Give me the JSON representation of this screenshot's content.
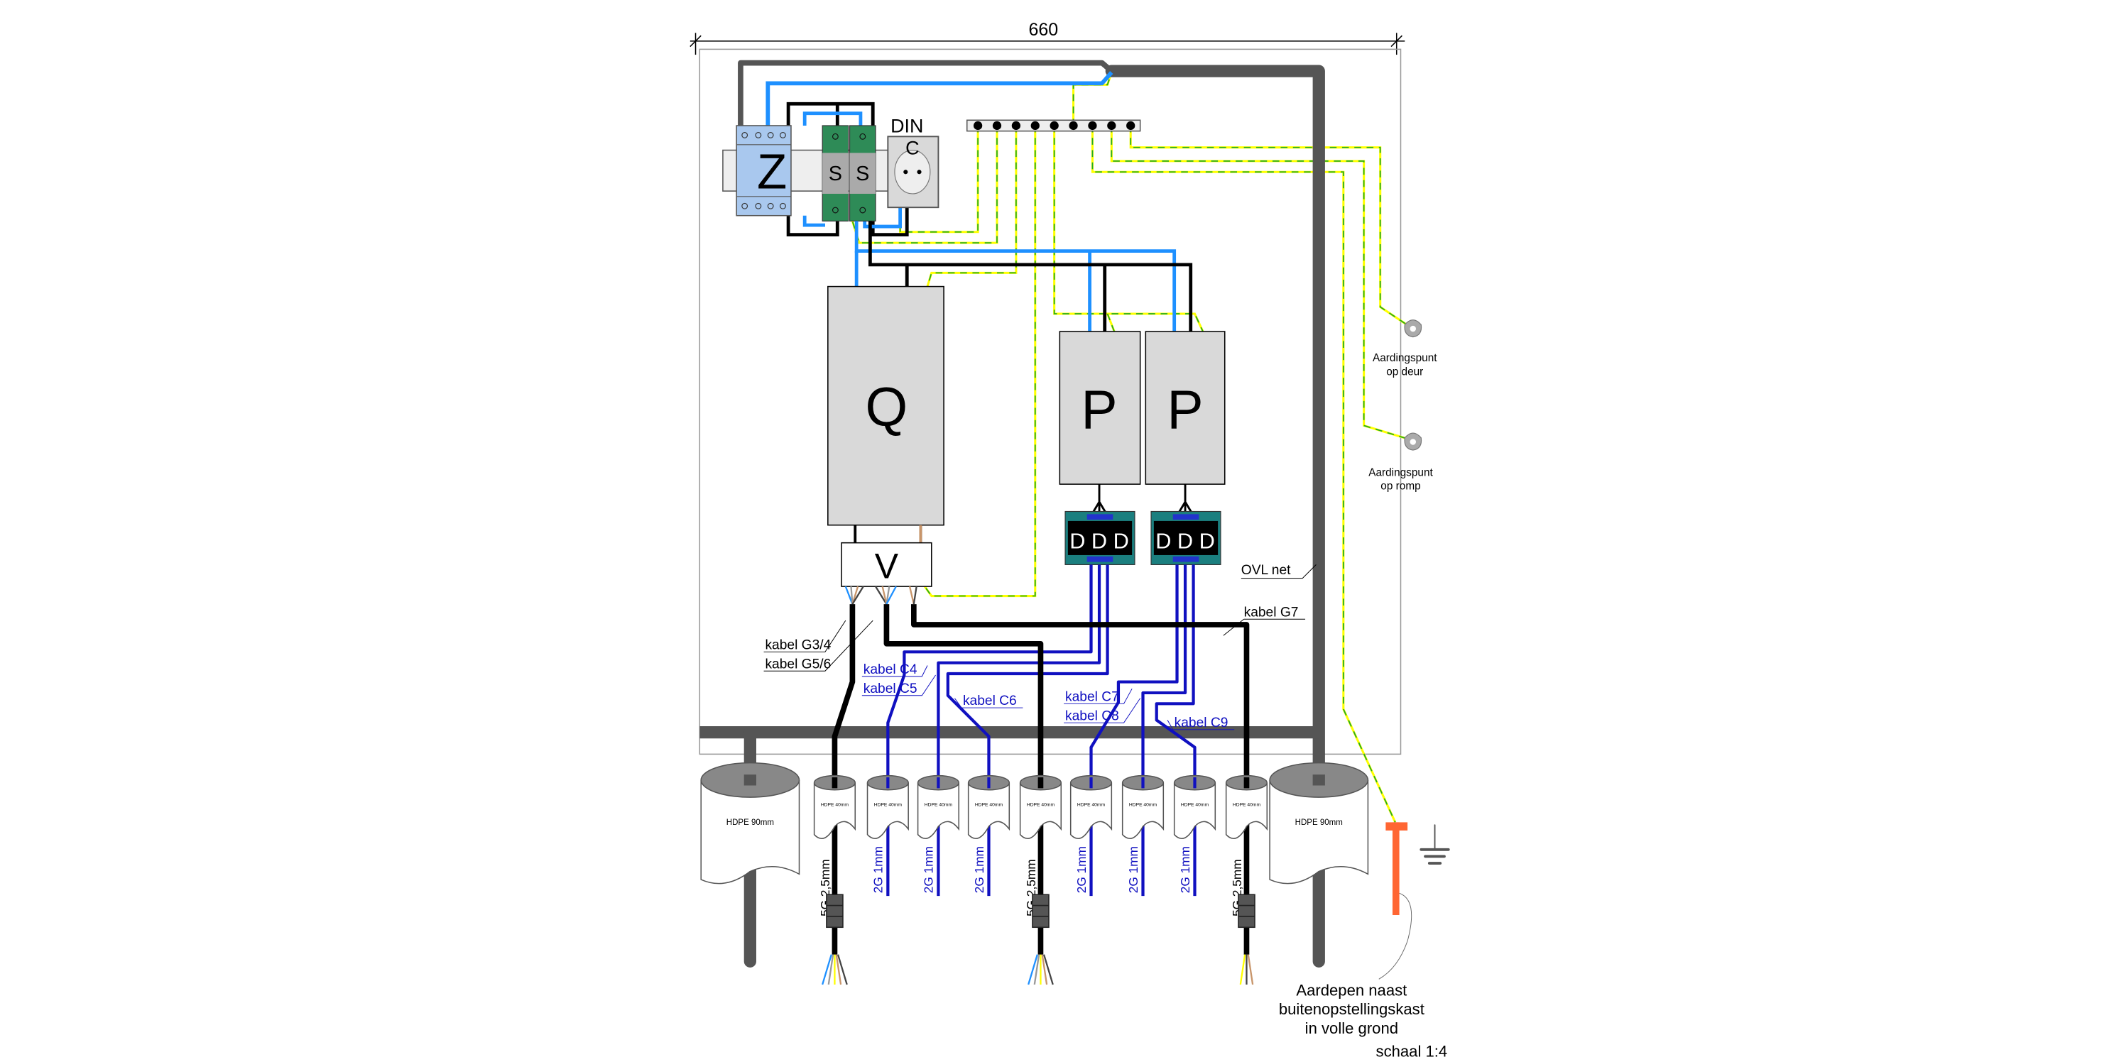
{
  "dimension": {
    "width_label": "660"
  },
  "components": {
    "breaker": "Z",
    "switch_1": "S",
    "switch_2": "S",
    "din_label": "DIN",
    "socket": "C",
    "controller": "Q",
    "distributor": "V",
    "power_1": "P",
    "power_2": "P",
    "dmodule_1": [
      "D",
      "D",
      "D"
    ],
    "dmodule_2": [
      "D",
      "D",
      "D"
    ]
  },
  "labels": {
    "grounding_door": [
      "Aardingspunt",
      "op deur"
    ],
    "grounding_hull": [
      "Aardingspunt",
      "op romp"
    ],
    "ovl_net": "OVL net",
    "kabel_g7": "kabel G7",
    "kabel_g34": "kabel G3/4",
    "kabel_g56": "kabel G5/6",
    "kabel_c4": "kabel C4",
    "kabel_c5": "kabel C5",
    "kabel_c6": "kabel C6",
    "kabel_c7": "kabel C7",
    "kabel_c8": "kabel C8",
    "kabel_c9": "kabel C9",
    "earth_rod_note": [
      "Aardepen naast",
      "buitenopstellingskast",
      "in volle grond"
    ],
    "scale": "schaal 1:4"
  },
  "ducts": {
    "large_label": "HDPE 90mm",
    "small": [
      {
        "label": "HDPE 40mm",
        "cable": "5G 2,5mm",
        "type": "power"
      },
      {
        "label": "HDPE 40mm",
        "cable": "2G 1mm",
        "type": "signal"
      },
      {
        "label": "HDPE 40mm",
        "cable": "2G 1mm",
        "type": "signal"
      },
      {
        "label": "HDPE 40mm",
        "cable": "2G 1mm",
        "type": "signal"
      },
      {
        "label": "HDPE 40mm",
        "cable": "5G 2,5mm",
        "type": "power"
      },
      {
        "label": "HDPE 40mm",
        "cable": "2G 1mm",
        "type": "signal"
      },
      {
        "label": "HDPE 40mm",
        "cable": "2G 1mm",
        "type": "signal"
      },
      {
        "label": "HDPE 40mm",
        "cable": "2G 1mm",
        "type": "signal"
      },
      {
        "label": "HDPE 40mm",
        "cable": "5G 2,5mm",
        "type": "power"
      }
    ]
  },
  "colors": {
    "ovl_net": "#555555",
    "neutral_blue": "#1e90ff",
    "phase_black": "#000000",
    "signal_blue": "#1010c0",
    "earth_yellow": "#ffff00",
    "earth_green": "#22aa22",
    "breaker_fill": "#a9c8ee",
    "switch_fill": "#2e8b57",
    "module_fill": "#d9d9d9",
    "earth_rod": "#ff6633",
    "dmodule_board": "#1b7f7f"
  }
}
